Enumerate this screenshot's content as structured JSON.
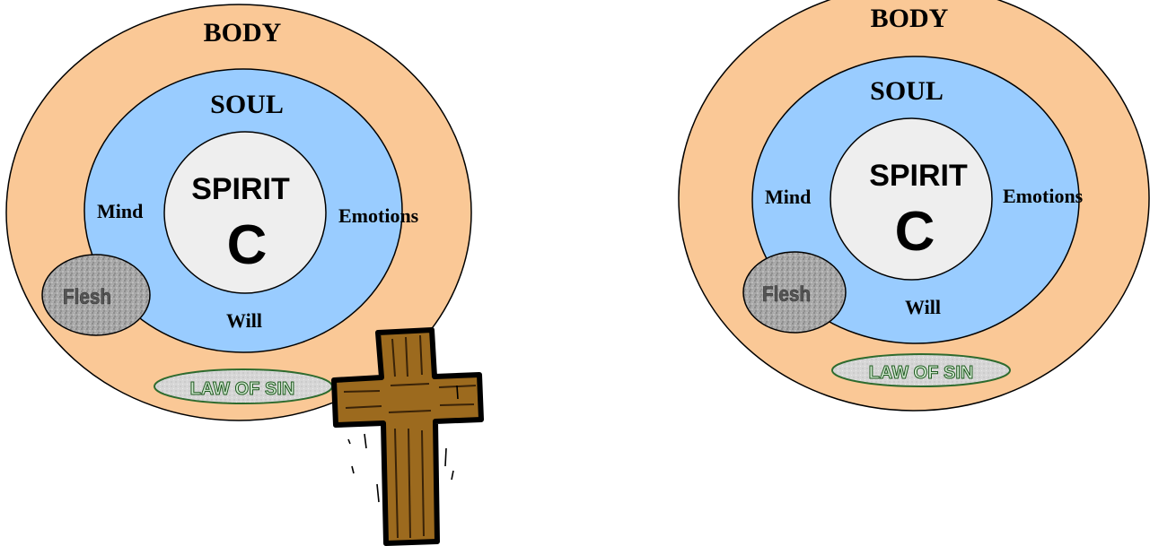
{
  "colors": {
    "body": "#FAC896",
    "soul": "#99CCFF",
    "spirit": "#EEEEEE",
    "flesh": "#A8A8A8",
    "law_of_sin_fill": "#D6D6D6",
    "law_of_sin_border": "#2E6B2E",
    "law_of_sin_text": "#1F5A1F",
    "cross_wood": "#9C6A1E",
    "outline": "#000000"
  },
  "left": {
    "body_label": "BODY",
    "soul_label": "SOUL",
    "spirit_label": "SPIRIT",
    "spirit_letter": "C",
    "mind_label": "Mind",
    "emotions_label": "Emotions",
    "will_label": "Will",
    "flesh_label": "Flesh",
    "law_of_sin_label": "LAW OF SIN",
    "cross": "cross-icon"
  },
  "right": {
    "body_label": "BODY",
    "soul_label": "SOUL",
    "spirit_label": "SPIRIT",
    "spirit_letter": "C",
    "mind_label": "Mind",
    "emotions_label": "Emotions",
    "will_label": "Will",
    "flesh_label": "Flesh",
    "law_of_sin_label": "LAW OF SIN"
  }
}
